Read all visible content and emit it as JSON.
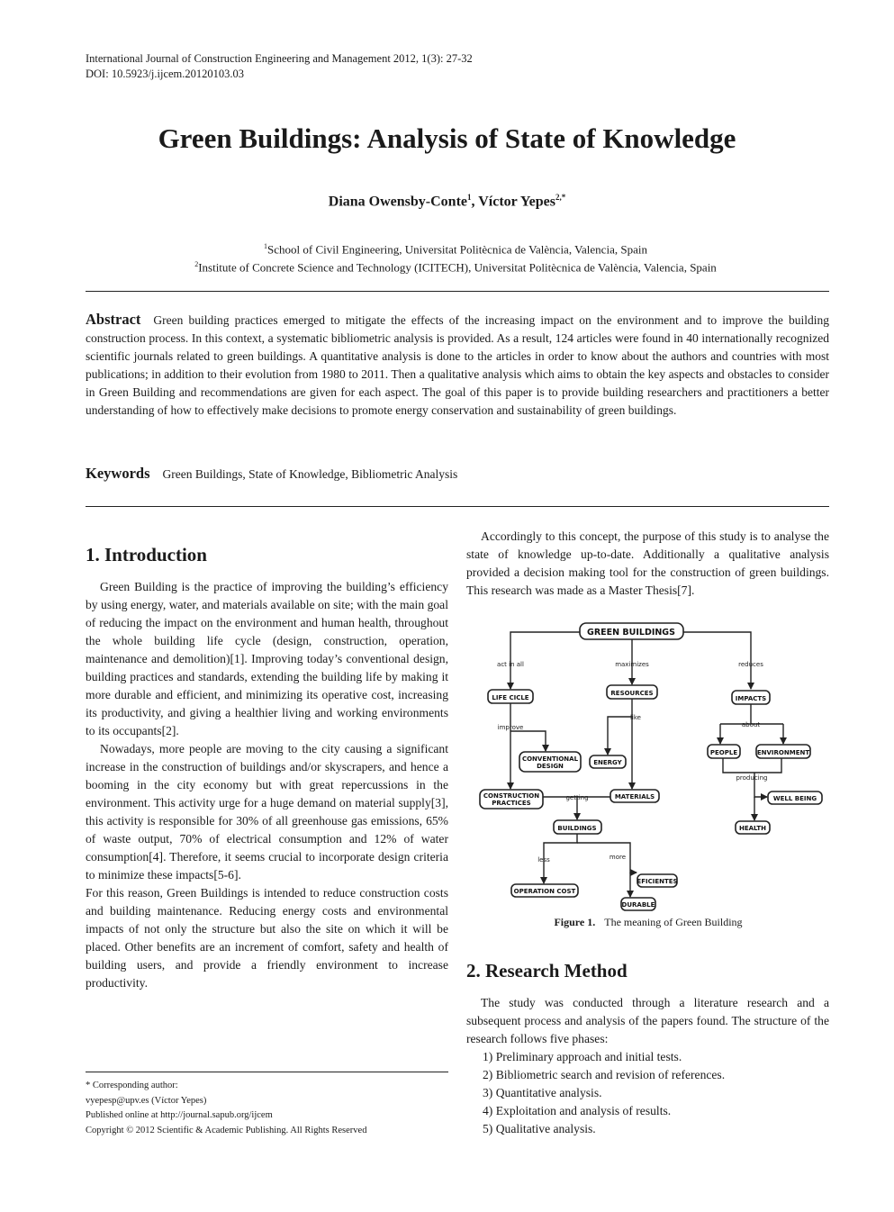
{
  "header": {
    "journal": "International Journal of Construction Engineering and Management 2012, 1(3): 27-32",
    "doi": "DOI: 10.5923/j.ijcem.20120103.03"
  },
  "title": "Green Buildings: Analysis of State of Knowledge",
  "authors": {
    "a1_name": "Diana Owensby-Conte",
    "a1_sup": "1",
    "sep": ", ",
    "a2_name": "Víctor Yepes",
    "a2_sup": "2,*"
  },
  "affiliations": [
    {
      "sup": "1",
      "text": "School of Civil Engineering, Universitat Politècnica de València, Valencia, Spain"
    },
    {
      "sup": "2",
      "text": "Institute of Concrete Science and Technology (ICITECH), Universitat Politècnica de València, Valencia, Spain"
    }
  ],
  "abstract": {
    "label": "Abstract",
    "text": "Green building practices emerged to mitigate the effects of the increasing impact on the environment and to improve the building construction process. In this context, a systematic bibliometric analysis is provided. As a result, 124 articles were found in 40 internationally recognized scientific journals related to green buildings. A quantitative analysis is done to the articles in order to know about the authors and countries with most publications; in addition to their evolution from 1980 to 2011. Then a qualitative analysis which aims to obtain the key aspects and obstacles to consider in Green Building and recommendations are given for each aspect. The goal of this paper is to provide building researchers and practitioners a better understanding of how to effectively make decisions to promote energy conservation and sustainability of green buildings."
  },
  "keywords": {
    "label": "Keywords",
    "text": "Green Buildings, State of Knowledge, Bibliometric Analysis"
  },
  "intro": {
    "heading": "1. Introduction",
    "p1": "Green Building is the practice of improving the building’s efficiency by using energy, water, and materials available on site; with the main goal of reducing the impact on the environment and human health, throughout the whole building life cycle (design, construction, operation, maintenance and demolition)[1]. Improving today’s conventional design, building practices and standards, extending the building life by making it more durable and efficient, and minimizing its operative cost, increasing its productivity, and giving a healthier living and working environments to its occupants[2].",
    "p2": "Nowadays, more people are moving to the city causing a significant increase in the construction of buildings and/or skyscrapers, and hence a booming in the city economy but with great repercussions in the environment. This activity urge for a huge demand on material supply[3], this activity is responsible for 30% of all greenhouse gas emissions, 65% of waste output, 70% of electrical consumption and 12% of water consumption[4]. Therefore, it seems crucial to incorporate design criteria to minimize these impacts[5-6].",
    "p3": "For this reason, Green Buildings is intended to reduce construction costs and building maintenance. Reducing energy costs and environmental impacts of not only the structure but also the site on which it will be placed. Other benefits are an increment of comfort, safety and health of building users, and provide a friendly environment to increase productivity.",
    "p4": "Accordingly to this concept, the purpose of this study is to analyse the state of knowledge up-to-date. Additionally a qualitative analysis provided a decision making tool for the construction of green buildings. This research was made as a Master Thesis[7]."
  },
  "footnote": {
    "corresponding": "* Corresponding author:",
    "email": "vyepesp@upv.es (Víctor Yepes)",
    "published": "Published online at http://journal.sapub.org/ijcem",
    "copyright": "Copyright © 2012 Scientific & Academic Publishing. All Rights Reserved"
  },
  "figure": {
    "caption_label": "Figure 1.",
    "caption_text": "The meaning of Green Building",
    "nodes": {
      "green": "GREEN BUILDINGS",
      "life": "LIFE CICLE",
      "resources": "RESOURCES",
      "impacts": "IMPACTS",
      "conv1": "CONVENTIONAL",
      "conv2": "DESIGN",
      "energy": "ENERGY",
      "cp1": "CONSTRUCTION",
      "cp2": "PRACTICES",
      "materials": "MATERIALS",
      "people": "PEOPLE",
      "environment": "ENVIRONMENT",
      "wellbeing": "WELL BEING",
      "health": "HEALTH",
      "buildings": "BUILDINGS",
      "opcost": "OPERATION COST",
      "efficient": "EFICIENTES",
      "durable": "DURABLE"
    },
    "labels": {
      "actinall": "act in all",
      "maximizes": "maximizes",
      "reduces": "reduces",
      "improve": "improve",
      "like": "like",
      "about": "about",
      "producing": "producing",
      "getting": "getting",
      "less": "less",
      "more": "more"
    }
  },
  "method": {
    "heading": "2. Research Method",
    "p1": "The study was conducted through a literature research and a subsequent process and analysis of the papers found. The structure of the research follows five phases:",
    "phases": [
      "1) Preliminary approach and initial tests.",
      "2) Bibliometric search and revision of references.",
      "3) Quantitative analysis.",
      "4) Exploitation and analysis of results.",
      "5) Qualitative analysis."
    ]
  }
}
